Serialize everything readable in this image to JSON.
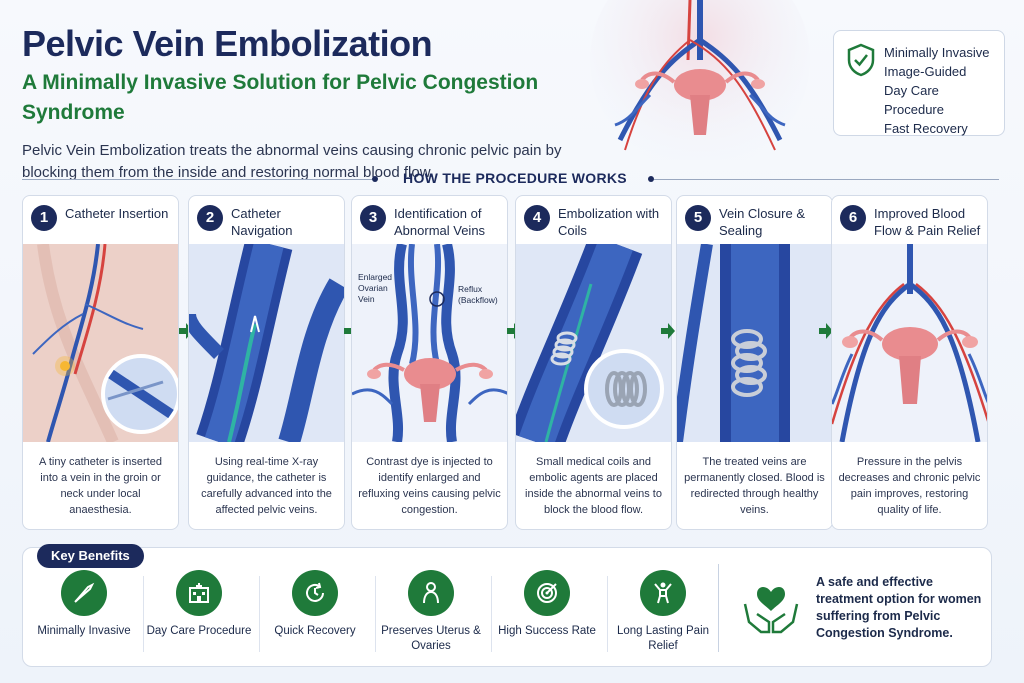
{
  "header": {
    "title": "Pelvic Vein Embolization",
    "subtitle": "A Minimally Invasive Solution for Pelvic Congestion Syndrome",
    "intro": "Pelvic Vein Embolization treats the abnormal veins causing chronic pelvic pain by blocking them from the inside and restoring normal blood flow."
  },
  "features": [
    "Minimally Invasive",
    "Image-Guided",
    "Day Care Procedure",
    "Fast Recovery"
  ],
  "section_title": "HOW THE PROCEDURE WORKS",
  "steps": [
    {
      "num": "1",
      "title": "Catheter Insertion",
      "text": "A tiny catheter is inserted into a vein in the groin or neck under local anaesthesia."
    },
    {
      "num": "2",
      "title": "Catheter Navigation",
      "text": "Using real-time X-ray guidance, the catheter is carefully advanced into the affected pelvic veins."
    },
    {
      "num": "3",
      "title": "Identification of Abnormal Veins",
      "text": "Contrast dye is injected to identify enlarged and refluxing veins causing pelvic congestion."
    },
    {
      "num": "4",
      "title": "Embolization with Coils",
      "text": "Small medical coils and embolic agents are placed inside the abnormal veins to block the blood flow."
    },
    {
      "num": "5",
      "title": "Vein Closure & Sealing",
      "text": "The treated veins are permanently closed. Blood is redirected through healthy veins."
    },
    {
      "num": "6",
      "title": "Improved Blood Flow & Pain Relief",
      "text": "Pressure in the pelvis decreases and chronic pelvic pain improves, restoring quality of life."
    }
  ],
  "step3_labels": {
    "enlarged": "Enlarged Ovarian Vein",
    "reflux": "Reflux (Backflow)"
  },
  "benefits_label": "Key Benefits",
  "benefits": [
    {
      "label": "Minimally Invasive",
      "icon": "scalpel-icon"
    },
    {
      "label": "Day Care Procedure",
      "icon": "hospital-icon"
    },
    {
      "label": "Quick Recovery",
      "icon": "clock-icon"
    },
    {
      "label": "Preserves Uterus & Ovaries",
      "icon": "woman-icon"
    },
    {
      "label": "High Success Rate",
      "icon": "target-icon"
    },
    {
      "label": "Long Lasting Pain Relief",
      "icon": "person-arms-up-icon"
    }
  ],
  "closing": "A safe and effective treatment option for women suffering from Pelvic Congestion Syndrome.",
  "colors": {
    "navy": "#1c2a5c",
    "green": "#1f7a3a",
    "vein_blue": "#2f56b0",
    "vein_red": "#d6433f"
  }
}
